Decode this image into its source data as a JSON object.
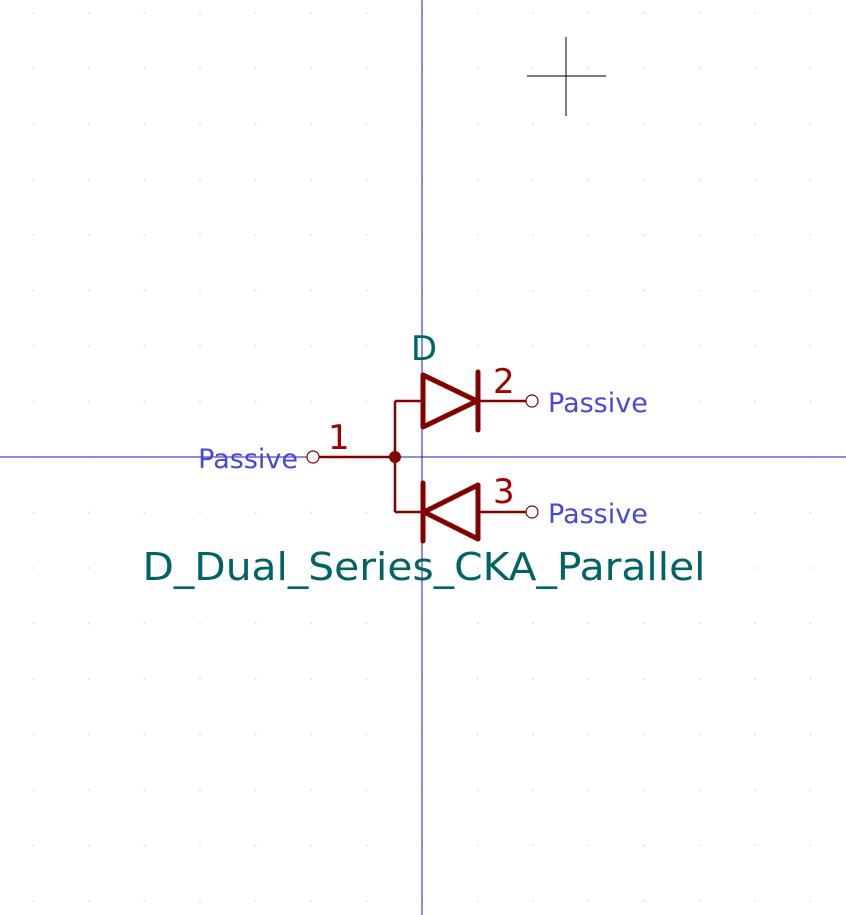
{
  "symbol": {
    "reference": "D",
    "value": "D_Dual_Series_CKA_Parallel",
    "pins": [
      {
        "number": "1",
        "type": "Passive"
      },
      {
        "number": "2",
        "type": "Passive"
      },
      {
        "number": "3",
        "type": "Passive"
      }
    ]
  },
  "colors": {
    "background": "#ffffff",
    "grid_dot": "#d8d8d8",
    "axis": "#1a1acc",
    "body": "#840000",
    "pin_number": "#a00000",
    "pin_type": "#4848d8",
    "field": "#006464",
    "cursor": "#000000"
  }
}
